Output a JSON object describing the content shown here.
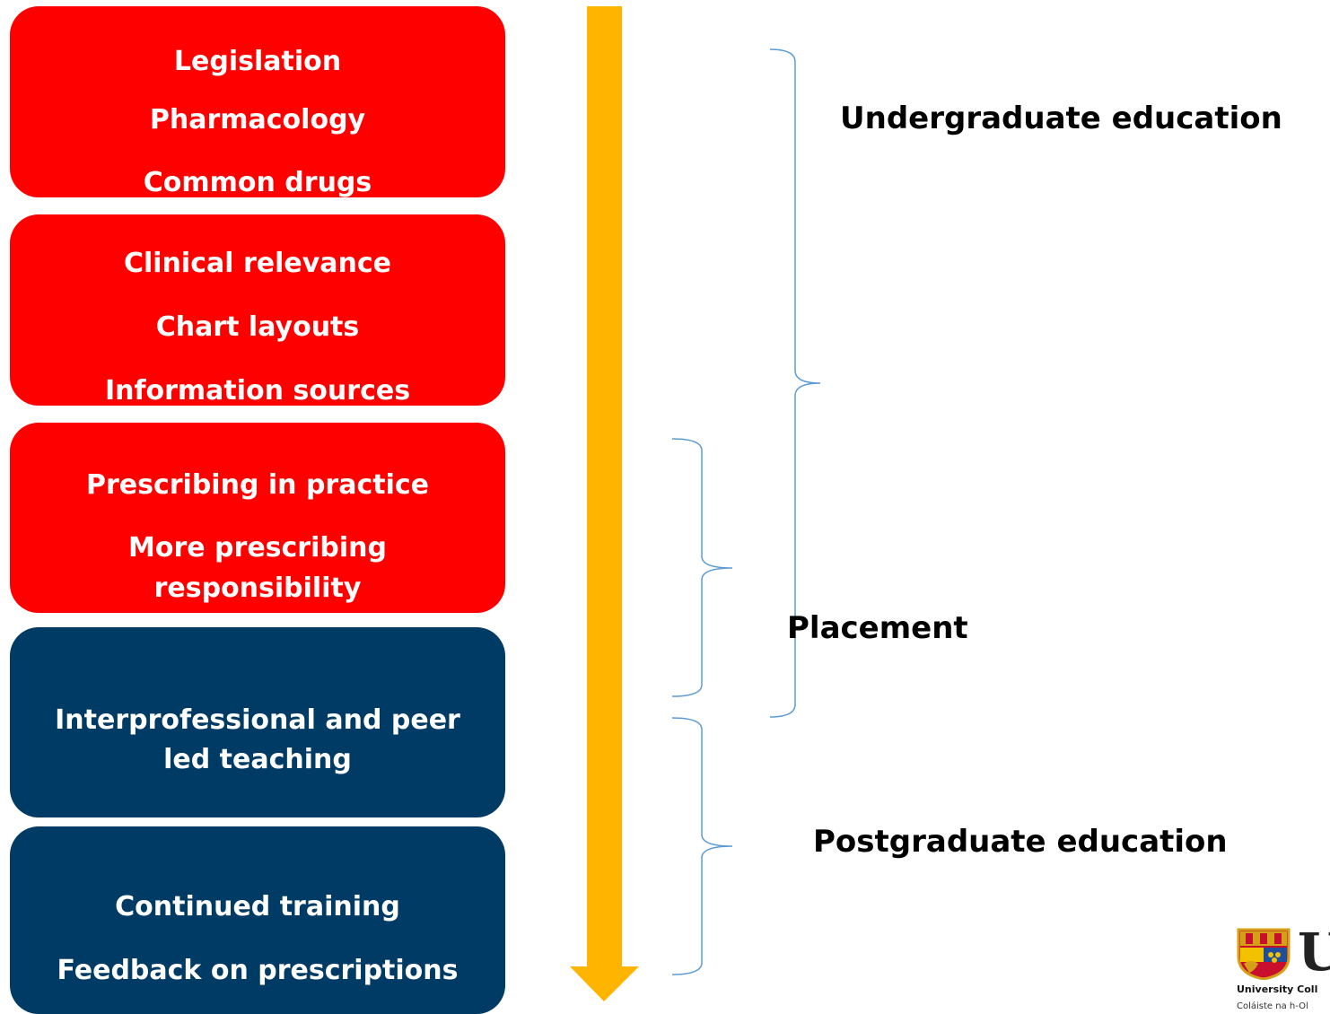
{
  "boxes": [
    {
      "lines": [
        "Legislation",
        "Pharmacology",
        "Common drugs"
      ],
      "color": "#ff0000"
    },
    {
      "lines": [
        "Clinical relevance",
        "Chart layouts",
        "Information sources"
      ],
      "color": "#ff0000"
    },
    {
      "lines": [
        "Prescribing in practice",
        "More prescribing",
        "responsibility"
      ],
      "color": "#ff0000"
    },
    {
      "lines": [
        "Interprofessional and peer",
        "led teaching"
      ],
      "color": "#003b66"
    },
    {
      "lines": [
        "Continued training",
        "Feedback on prescriptions"
      ],
      "color": "#003b66"
    }
  ],
  "stages": {
    "undergraduate": "Undergraduate education",
    "placement": "Placement",
    "postgraduate": "Postgraduate education"
  },
  "arrow": {
    "color": "#ffb400",
    "direction": "down"
  },
  "brace_color": "#5b9bd5",
  "logo": {
    "letter": "U",
    "caption": "University Coll",
    "caption2": "Coláiste na h-Ol"
  }
}
